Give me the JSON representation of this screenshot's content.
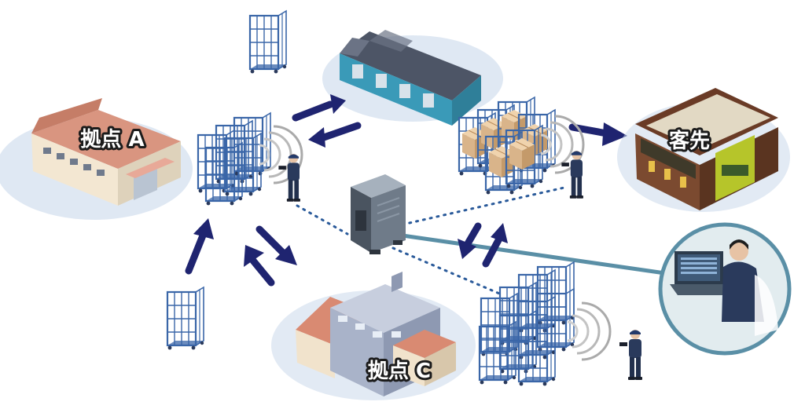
{
  "labels": {
    "site_a": "拠点 A",
    "site_c": "拠点 C",
    "customer": "客先"
  },
  "colors": {
    "arrow": "#1f2470",
    "dotted_link": "#2a5a9a",
    "solid_link": "#5a8fa6",
    "cage": "#3a66a8",
    "box": "#d9b48a",
    "building_roof_a": "#d99580",
    "warehouse_roof": "#4d5566",
    "warehouse_wall": "#3a9ab8",
    "factory_wall": "#a9b3c9",
    "shop_wall": "#6a3b26",
    "shop_accent": "#b6c52a",
    "worker": "#2a3a5c",
    "server": "#5f6a78",
    "office_circle": "#e2ecef",
    "office_ring": "#5a8fa6"
  },
  "icons": {
    "server": "server-icon",
    "worker": "worker-scanner-icon",
    "cage": "roll-cage-icon",
    "pallet": "pallet-boxes-icon",
    "warehouse": "warehouse-icon",
    "factory": "factory-icon",
    "shop": "market-icon",
    "office": "office-pc-icon",
    "wifi": "rfid-signal-icon"
  }
}
